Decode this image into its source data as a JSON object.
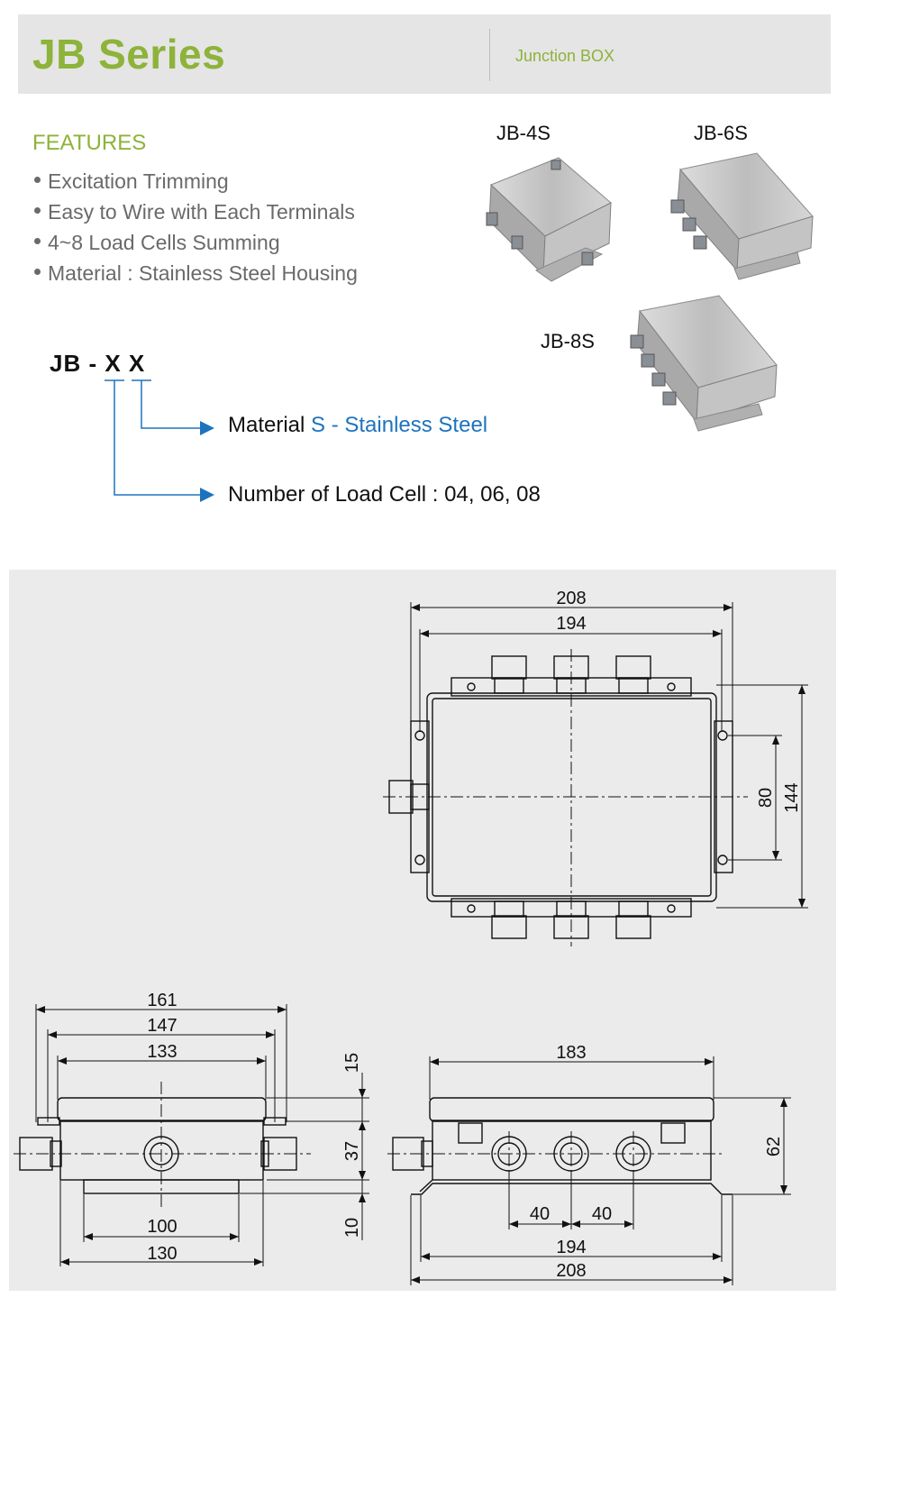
{
  "header": {
    "title": "JB Series",
    "subtitle": "Junction BOX"
  },
  "features": {
    "heading": "FEATURES",
    "items": [
      "Excitation Trimming",
      "Easy to Wire with Each Terminals",
      "4~8 Load Cells Summing",
      "Material : Stainless Steel Housing"
    ]
  },
  "products": {
    "jb4s": "JB-4S",
    "jb6s": "JB-6S",
    "jb8s": "JB-8S"
  },
  "ordering": {
    "code_prefix": "JB - ",
    "code_x1": "X",
    "code_x2": "X",
    "material_label": "Material ",
    "material_value": "S - Stainless Steel",
    "loadcell_label": "Number of Load Cell : 04, 06, 08"
  },
  "dimensions": {
    "top_view": {
      "w_outer": "208",
      "w_inner": "194",
      "h_inner": "80",
      "h_outer": "144"
    },
    "side_view": {
      "w1": "161",
      "w2": "147",
      "w3": "133",
      "h_top": "15",
      "h_body": "37",
      "h_base": "10",
      "w_base1": "100",
      "w_base2": "130"
    },
    "front_view": {
      "w_top": "183",
      "h_total": "62",
      "pitch1": "40",
      "pitch2": "40",
      "w_inner": "194",
      "w_outer": "208"
    }
  },
  "colors": {
    "accent_green": "#8db33a",
    "highlight_blue": "#1e73be"
  }
}
